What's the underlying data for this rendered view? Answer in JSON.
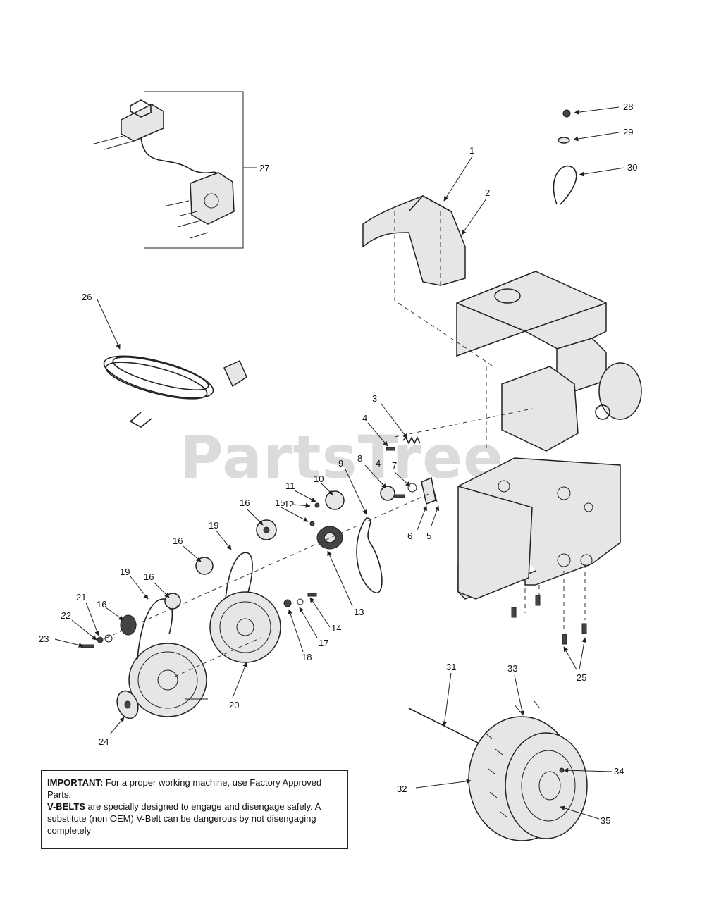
{
  "watermark": "PartsTree",
  "callouts": {
    "c1": "1",
    "c2": "2",
    "c3": "3",
    "c4a": "4",
    "c4b": "4",
    "c5": "5",
    "c6": "6",
    "c7": "7",
    "c8": "8",
    "c9": "9",
    "c10": "10",
    "c11": "11",
    "c12": "12",
    "c13": "13",
    "c14": "14",
    "c15": "15",
    "c16a": "16",
    "c16b": "16",
    "c16c": "16",
    "c16d": "16",
    "c17": "17",
    "c18": "18",
    "c19a": "19",
    "c19b": "19",
    "c20": "20",
    "c21": "21",
    "c22": "22",
    "c23": "23",
    "c24": "24",
    "c25": "25",
    "c26": "26",
    "c27": "27",
    "c28": "28",
    "c29": "29",
    "c30": "30",
    "c31": "31",
    "c32": "32",
    "c33": "33",
    "c34": "34",
    "c35": "35"
  },
  "note": {
    "important_label": "IMPORTANT:",
    "important_text": " For a proper working machine, use Factory Approved Parts.",
    "vbelts_label": "V-BELTS",
    "vbelts_text": " are specially designed to engage and disengage safely.  A substitute (non OEM) V-Belt can be dangerous by not disengaging completely"
  }
}
